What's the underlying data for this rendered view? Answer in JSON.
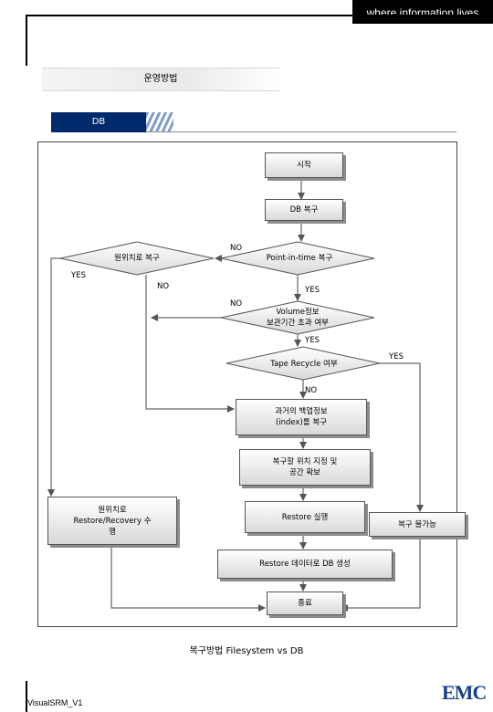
{
  "header": {
    "tagline": "where information lives"
  },
  "section": {
    "title": "운영방법"
  },
  "tab": {
    "label": "DB"
  },
  "flowchart": {
    "start": "시작",
    "db_restore": "DB 복구",
    "pit_restore": "Point-in-time 복구",
    "original_location": "원위치로 복구",
    "volume_check_line1": "Volume정보",
    "volume_check_line2": "보관기간 초과 여부",
    "tape_recycle": "Tape Recycle 여부",
    "backup_info_line1": "과거의 백업정보",
    "backup_info_line2": "(index)를 복구",
    "designate_line1": "복구할 위치 지정 및",
    "designate_line2": "공간 확보",
    "restore_run": "Restore 실행",
    "restore_original_line1": "원위치로",
    "restore_original_line2": "Restore/Recovery 수",
    "restore_original_line3": "행",
    "not_possible": "복구 불가능",
    "create_db": "Restore 데이터로 DB 생성",
    "end": "종료",
    "labels": {
      "no_1": "NO",
      "yes_1": "YES",
      "no_2": "NO",
      "yes_2": "YES",
      "no_3": "NO",
      "yes_3": "YES",
      "yes_4": "YES",
      "no_4": "NO"
    }
  },
  "figure_caption": "복구방법 Filesystem vs DB",
  "footer": {
    "doc_id": "VisualSRM_V1",
    "brand": "EMC"
  }
}
